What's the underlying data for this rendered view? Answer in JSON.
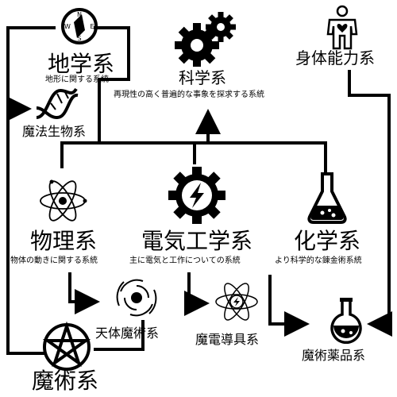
{
  "nodes": {
    "geoscience": {
      "title": "地学系",
      "desc": "地形に関する系統"
    },
    "science": {
      "title": "科学系",
      "desc": "再現性の高く普遍的な事象を探求する系統"
    },
    "physical_ability": {
      "title": "身体能力系"
    },
    "magic_biology": {
      "title": "魔法生物系"
    },
    "physics": {
      "title": "物理系",
      "desc": "物体の動きに関する系統"
    },
    "electrical": {
      "title": "電気工学系",
      "desc": "主に電気と工作についての系統"
    },
    "chemistry": {
      "title": "化学系",
      "desc": "より科学的な錬金術系統"
    },
    "astral_magic": {
      "title": "天体魔術系"
    },
    "magic_conductor": {
      "title": "魔電導具系"
    },
    "magic_potion": {
      "title": "魔術薬品系"
    },
    "magic": {
      "title": "魔術系"
    }
  },
  "icons": {
    "compass_letters": {
      "n": "N",
      "e": "E",
      "s": "S",
      "w": "W"
    }
  }
}
